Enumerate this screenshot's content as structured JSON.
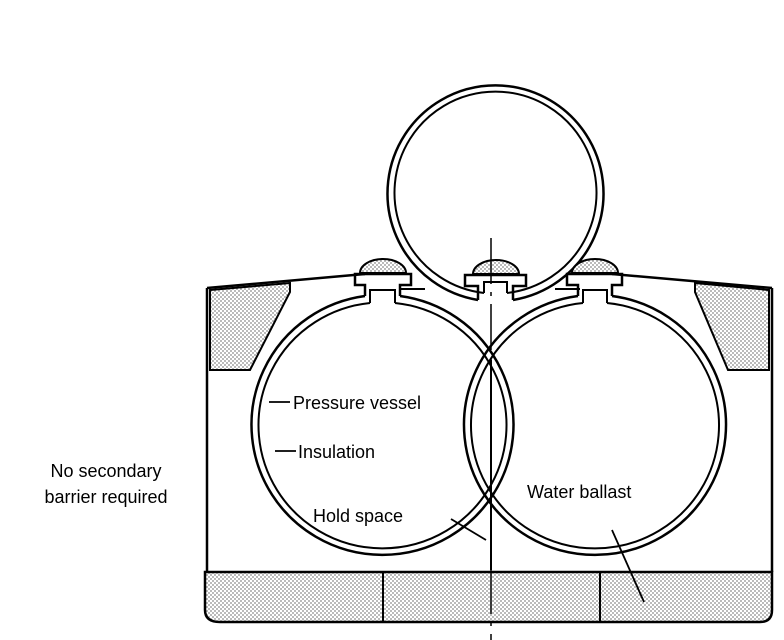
{
  "labels": {
    "pressure_vessel": "Pressure vessel",
    "insulation": "Insulation",
    "hold_space": "Hold space",
    "water_ballast": "Water ballast"
  },
  "side_note": {
    "line1": "No secondary",
    "line2": "barrier required"
  },
  "colors": {
    "line": "#000000",
    "fill_hatch": "#c8c8c8",
    "background": "#ffffff"
  }
}
